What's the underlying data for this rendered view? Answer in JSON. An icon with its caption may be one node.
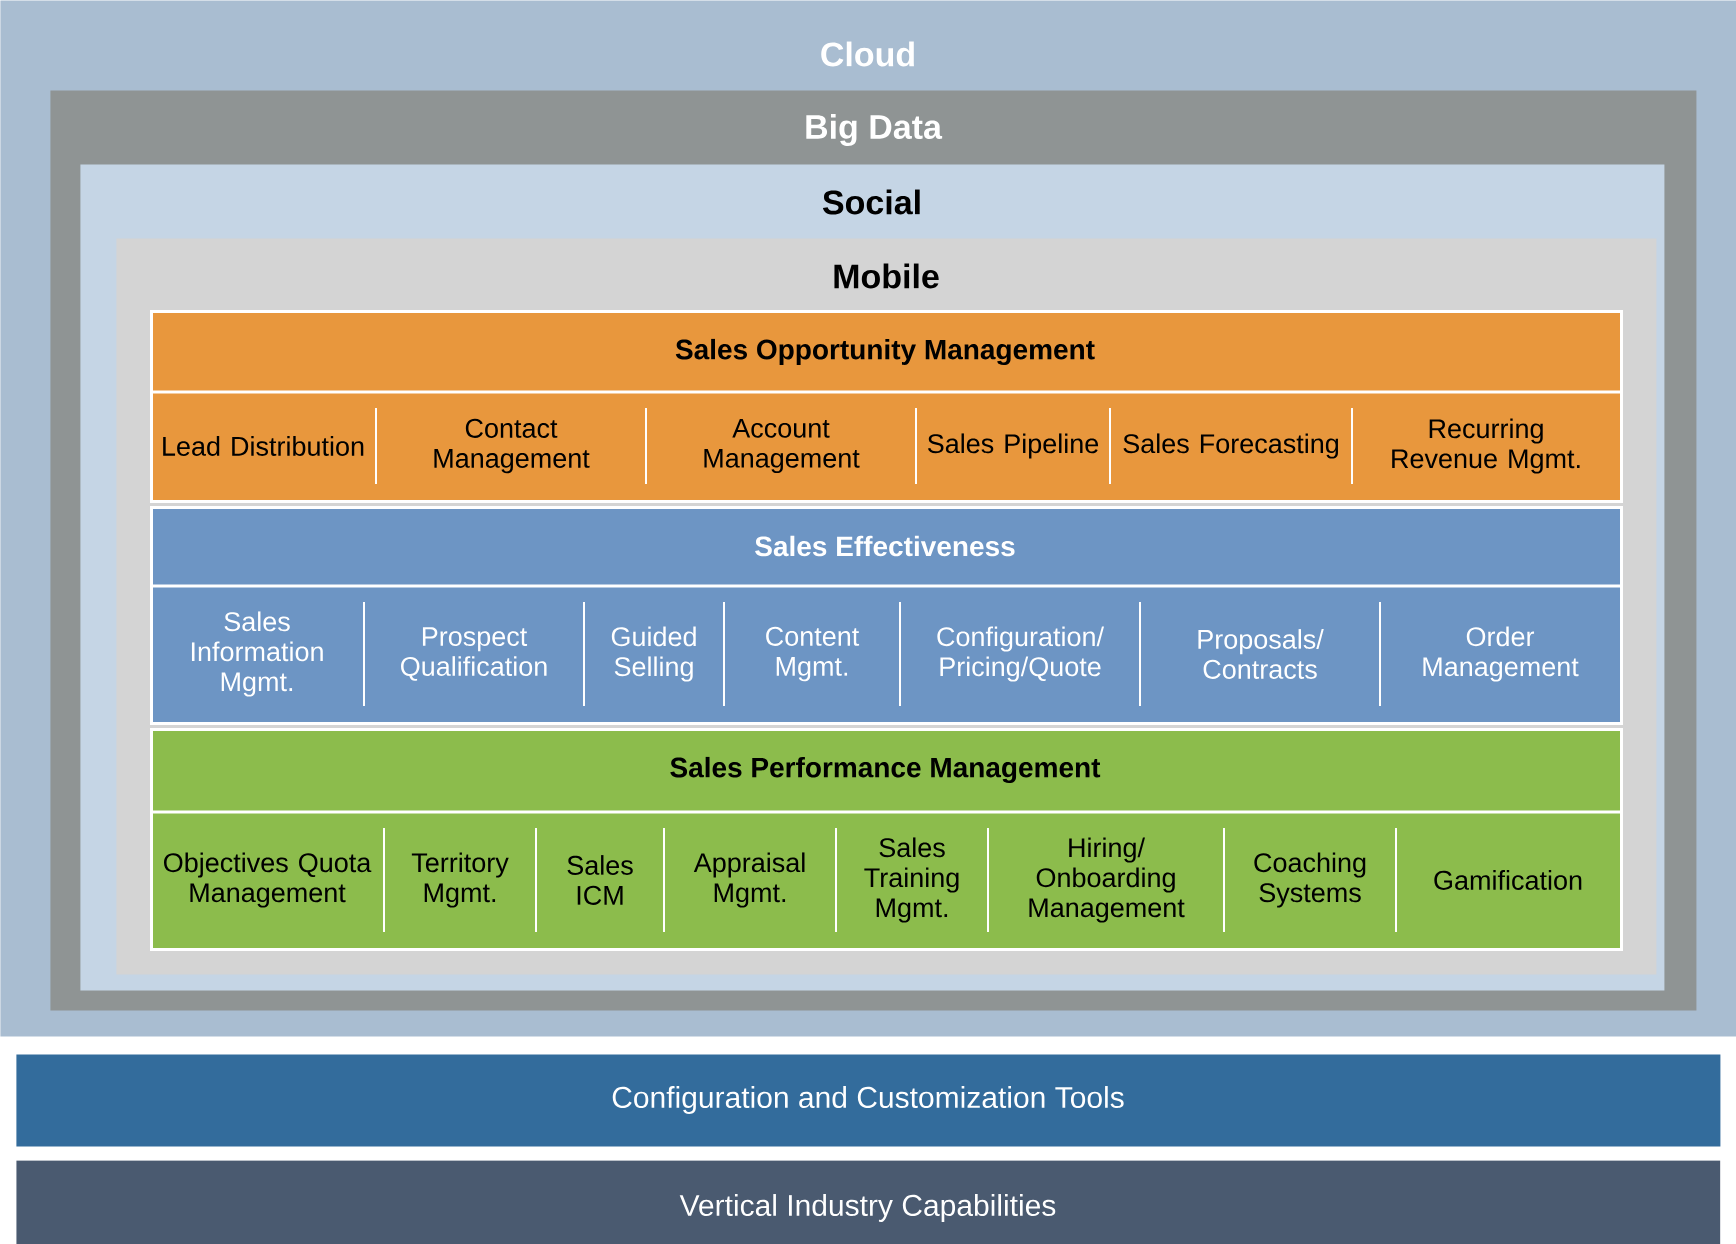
{
  "diagram": {
    "nodes": [
      {
        "text": [
          "Cloud"
        ]
      },
      {
        "text": [
          "Big Data"
        ],
        "in": 0
      },
      {
        "text": [
          "Social"
        ],
        "in": 1
      },
      {
        "text": [
          "Mobile"
        ],
        "in": 2
      },
      {
        "text": [
          "Sales Opportunity Management"
        ],
        "in": 3
      },
      {
        "text": [
          "Lead Distribution"
        ],
        "in": 4
      },
      {
        "text": [
          "Contact Management"
        ],
        "in": 4
      },
      {
        "text": [
          "Account Management"
        ],
        "in": 4
      },
      {
        "text": [
          "Sales Pipeline"
        ],
        "in": 4
      },
      {
        "text": [
          "Sales Forecasting"
        ],
        "in": 4
      },
      {
        "text": [
          "Recurring Revenue Mgmt."
        ],
        "in": 4
      },
      {
        "text": [
          "Sales Effectiveness"
        ],
        "in": 3
      },
      {
        "text": [
          "Sales Information Mgmt."
        ],
        "in": 11
      },
      {
        "text": [
          "Prospect Qualification"
        ],
        "in": 11
      },
      {
        "text": [
          "Guided Selling"
        ],
        "in": 11
      },
      {
        "text": [
          "Content Mgmt."
        ],
        "in": 11
      },
      {
        "text": [
          "Configuration/ Pricing/Quote"
        ],
        "in": 11
      },
      {
        "text": [
          "Proposals/ Contracts"
        ],
        "in": 11
      },
      {
        "text": [
          "Order Management"
        ],
        "in": 11
      },
      {
        "text": [
          "Sales Performance Management"
        ],
        "in": 3
      },
      {
        "text": [
          "Objectives Quota Management"
        ],
        "in": 19
      },
      {
        "text": [
          "Territory Mgmt."
        ],
        "in": 19
      },
      {
        "text": [
          "Sales ICM"
        ],
        "in": 19
      },
      {
        "text": [
          "Appraisal Mgmt."
        ],
        "in": 19
      },
      {
        "text": [
          "Sales Training Mgmt."
        ],
        "in": 19
      },
      {
        "text": [
          "Hiring/ Onboarding Management"
        ],
        "in": 19
      },
      {
        "text": [
          "Coaching Systems"
        ],
        "in": 19
      },
      {
        "text": [
          "Gamification"
        ],
        "in": 19
      },
      {
        "text": [
          "Configuration and Customization Tools"
        ]
      },
      {
        "text": [
          "Vertical Industry Capabilities"
        ]
      }
    ]
  }
}
